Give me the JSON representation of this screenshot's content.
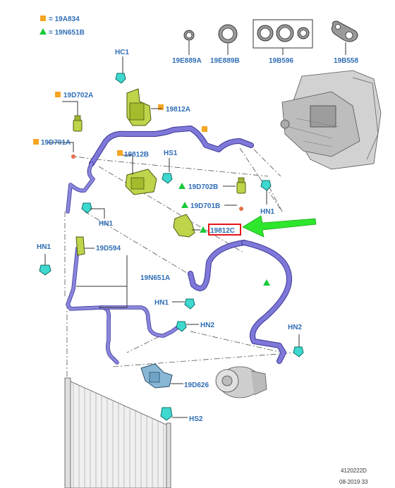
{
  "legend": {
    "square": {
      "code": "= 19A834",
      "color": "#f5a623"
    },
    "triangle": {
      "code": "= 19N651B",
      "color": "#19c93a"
    }
  },
  "labels": {
    "seal_1": "19E889A",
    "seal_2": "19E889B",
    "seal_kit": "19B596",
    "gasket": "19B558",
    "hc1": "HC1",
    "part_19d702a": "19D702A",
    "part_19812a": "19812A",
    "part_19d701a": "19D701A",
    "part_19812b": "19812B",
    "hs1": "HS1",
    "part_19d702b": "19D702B",
    "part_19d701b": "19D701B",
    "hn1_right": "HN1",
    "hn1_mid": "HN1",
    "part_19812c": "19812C",
    "hn1_left": "HN1",
    "part_19d594": "19D594",
    "part_19n651a": "19N651A",
    "hn1_lower": "HN1",
    "hn2_mid": "HN2",
    "hn2_right": "HN2",
    "part_19d626": "19D626",
    "hs2": "HS2"
  },
  "footer": {
    "ref_id": "4120222D",
    "date": "08-2019 33"
  },
  "colors": {
    "label": "#2f6db5",
    "hose": "#7e78d8",
    "highlight_box": "#e8141a",
    "arrow": "#2ee62c",
    "bolt": "#3fd8cf",
    "bracket": "#bfd44a"
  }
}
